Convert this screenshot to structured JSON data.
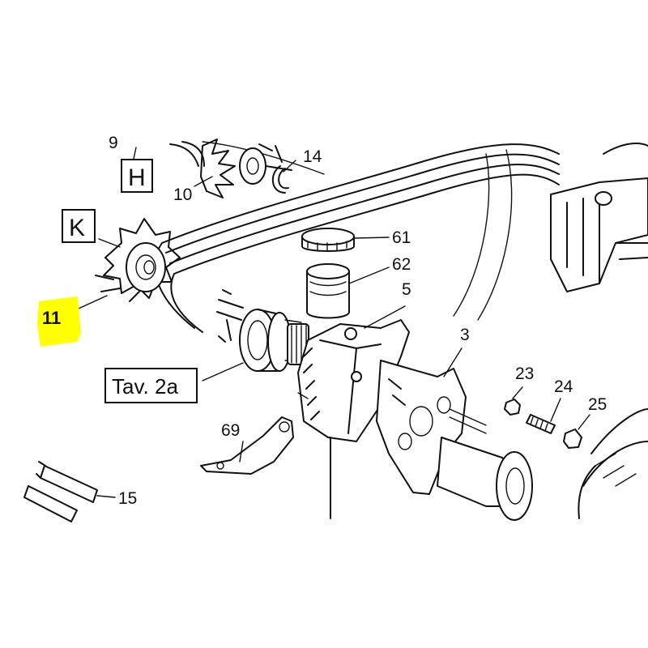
{
  "highlight_color": "#ffff00",
  "section_labels": {
    "k": "K",
    "h": "H",
    "ref": "Tav. 2a"
  },
  "callouts": {
    "c9": "9",
    "c14": "14",
    "c10": "10",
    "c11": "11",
    "c61": "61",
    "c62": "62",
    "c5": "5",
    "c3": "3",
    "c23": "23",
    "c24": "24",
    "c25": "25",
    "c69": "69",
    "c15": "15"
  }
}
